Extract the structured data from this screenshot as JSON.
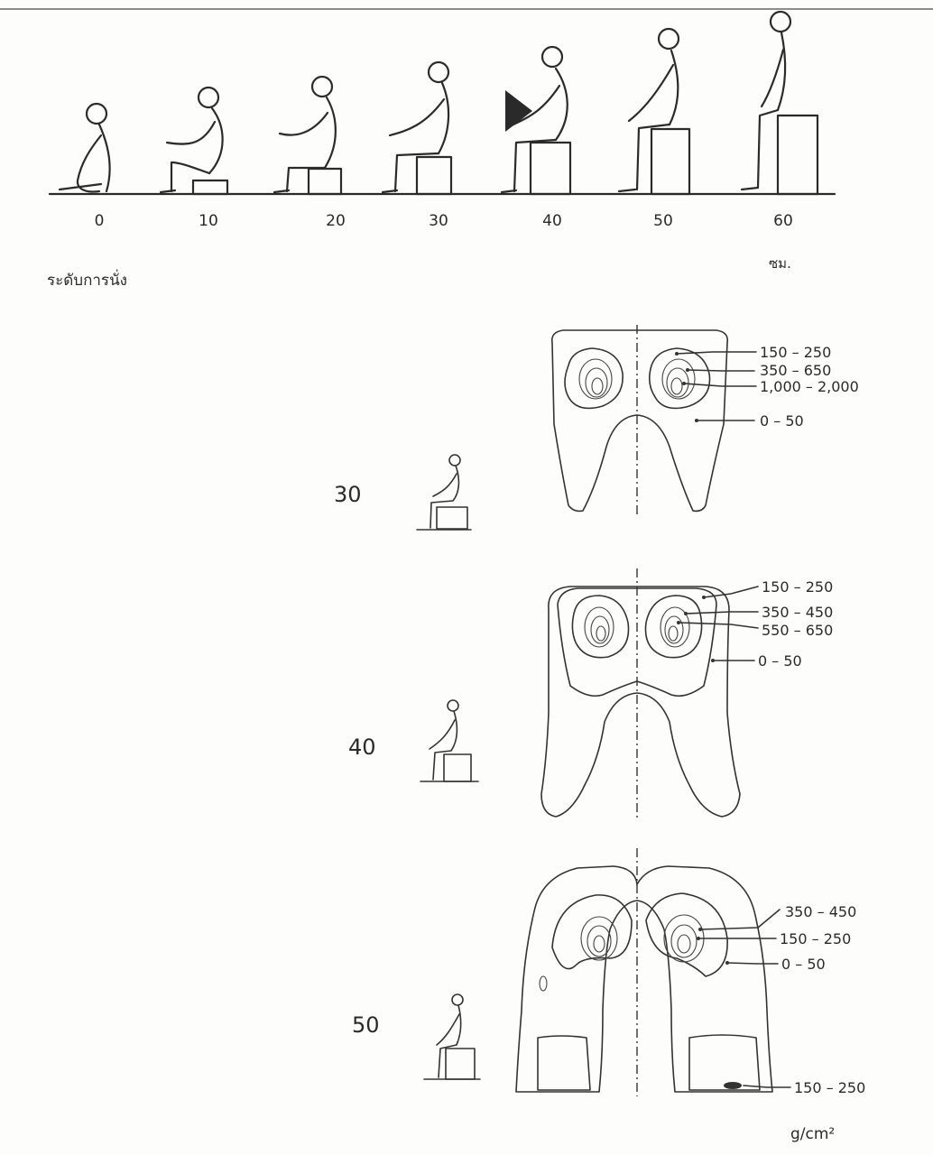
{
  "sequence": {
    "heights": [
      "0",
      "10",
      "20",
      "30",
      "40",
      "50",
      "60"
    ],
    "unit": "ซม.",
    "axis_label": "ระดับการนั่ง",
    "marker": "arrow pointing to 40"
  },
  "pressure_maps": [
    {
      "height": "30",
      "labels": [
        "150 – 250",
        "350 – 650",
        "1,000 – 2,000",
        "0 – 50"
      ]
    },
    {
      "height": "40",
      "labels": [
        "150 – 250",
        "350 – 450",
        "550 – 650",
        "0 – 50"
      ]
    },
    {
      "height": "50",
      "labels": [
        "350 – 450",
        "150 – 250",
        "0 – 50",
        "150 – 250"
      ]
    }
  ],
  "unit_label": "g/cm²"
}
